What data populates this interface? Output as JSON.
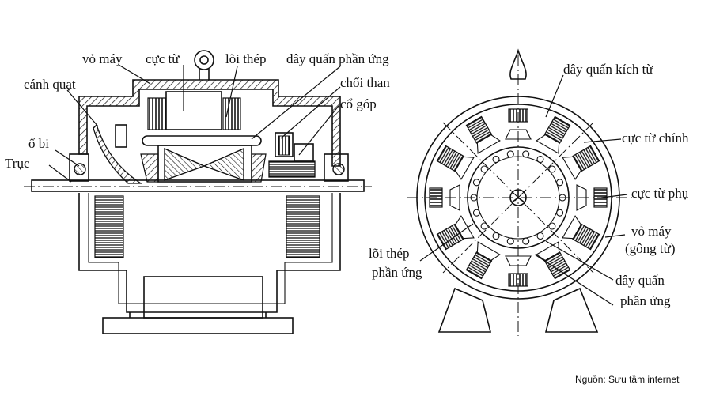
{
  "left_labels": {
    "vo_may": "vỏ máy",
    "cuc_tu": "cực từ",
    "loi_thep": "lõi thép",
    "day_quan_phan_ung": "dây quấn phần ứng",
    "canh_quat": "cánh quạt",
    "choi_than": "chổi than",
    "co_gop": "cổ góp",
    "o_bi": "ổ bi",
    "truc": "Trục"
  },
  "right_labels": {
    "day_quan_kich_tu": "dây quấn kích từ",
    "cuc_tu_chinh": "cực từ chính",
    "cuc_tu_phu": "cực từ phụ",
    "vo_may_1": "vỏ máy",
    "vo_may_2": "(gông từ)",
    "loi_thep_1": "lõi thép",
    "loi_thep_2": "phần ứng",
    "day_quan_1": "dây quấn",
    "day_quan_2": "phần ứng"
  },
  "source": "Nguồn: Sưu tầm internet"
}
